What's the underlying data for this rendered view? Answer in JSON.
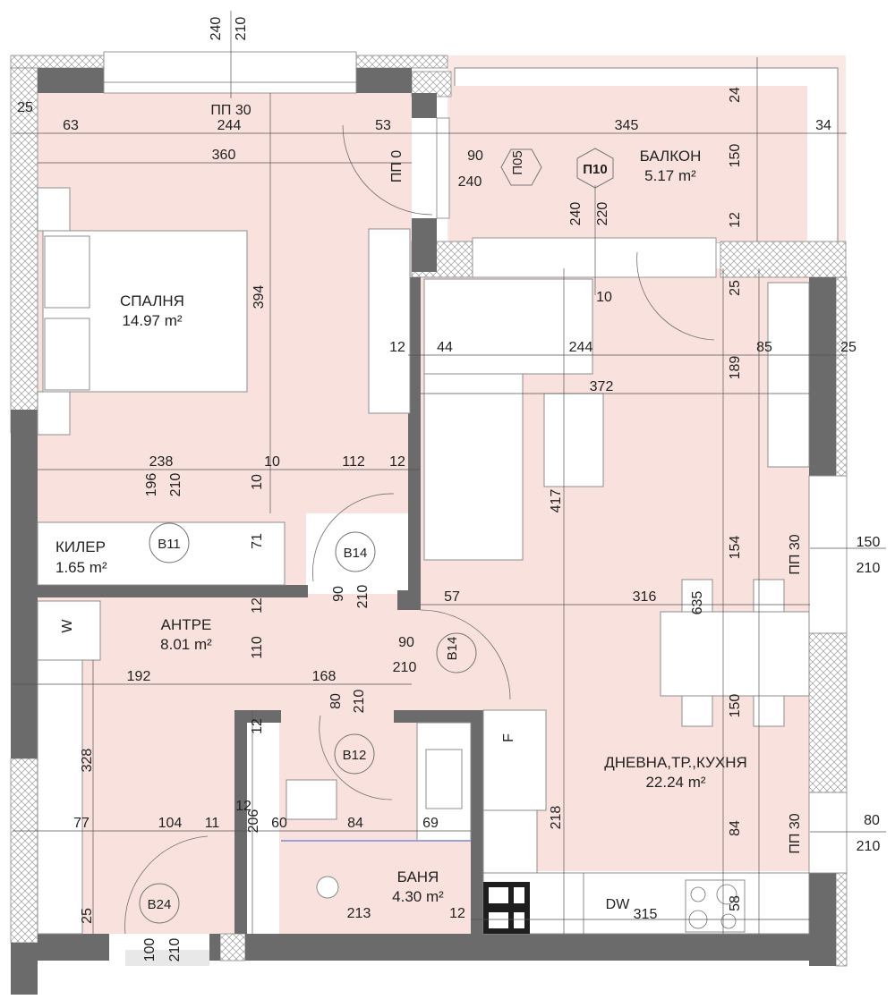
{
  "plan": {
    "colors": {
      "floor": "#f9e2de",
      "wall": "#6b6b6b",
      "line": "#555555",
      "shower_line": "#9aa0d8",
      "background": "#ffffff"
    },
    "rooms": [
      {
        "id": "bedroom",
        "name": "СПАЛНЯ",
        "area": "14.97 m²"
      },
      {
        "id": "balcony",
        "name": "БАЛКОН",
        "area": "5.17 m²"
      },
      {
        "id": "storage",
        "name": "КИЛЕР",
        "area": "1.65 m²"
      },
      {
        "id": "hallway",
        "name": "АНТРЕ",
        "area": "8.01 m²"
      },
      {
        "id": "bathroom",
        "name": "БАНЯ",
        "area": "4.30 m²"
      },
      {
        "id": "living",
        "name": "ДНЕВНА,ТР.,КУХНЯ",
        "area": "22.24 m²"
      }
    ],
    "door_tags": [
      {
        "id": "B11",
        "label": "B11"
      },
      {
        "id": "B14a",
        "label": "B14"
      },
      {
        "id": "B14b",
        "label": "B14"
      },
      {
        "id": "B12",
        "label": "B12"
      },
      {
        "id": "B24",
        "label": "B24"
      },
      {
        "id": "P05",
        "label": "П05"
      },
      {
        "id": "P10",
        "label": "П10"
      }
    ],
    "window_labels": {
      "bedroom_top": "ПП 30",
      "bedroom_side": "ПП 0",
      "living_right_1": "ПП 30",
      "living_right_2": "ПП 30"
    },
    "appliances": {
      "washer": "W",
      "fridge": "F",
      "dishwasher": "DW"
    },
    "dimensions": {
      "top_240": "240",
      "top_210": "210",
      "d25_left": "25",
      "d63": "63",
      "d244_top": "244",
      "d53": "53",
      "d360": "360",
      "d345": "345",
      "d34": "34",
      "d24": "24",
      "d150_bal": "150",
      "d12_bal": "12",
      "p05_90": "90",
      "p05_240": "240",
      "p10_240": "240",
      "p10_220": "220",
      "d394": "394",
      "d12_a": "12",
      "d44": "44",
      "d244_mid": "244",
      "d85": "85",
      "d25_right": "25",
      "d10_a": "10",
      "d25_b": "25",
      "d372": "372",
      "d189": "189",
      "d238": "238",
      "d10_b": "10",
      "d112": "112",
      "d12_b": "12",
      "d196": "196",
      "d210_b11": "210",
      "d10_c": "10",
      "d71": "71",
      "d417": "417",
      "d150_win": "150",
      "d210_win1": "210",
      "d154": "154",
      "b14a_90": "90",
      "b14a_210": "210",
      "d57": "57",
      "d316": "316",
      "d635": "635",
      "d12_c": "12",
      "d110": "110",
      "b14b_90": "90",
      "b14b_210": "210",
      "d192": "192",
      "d168": "168",
      "d150_table": "150",
      "b12_80": "80",
      "b12_210": "210",
      "d12_d": "12",
      "d328": "328",
      "d77": "77",
      "d104": "104",
      "d11": "11",
      "d12_e": "12",
      "d206": "206",
      "d60": "60",
      "d84_bath": "84",
      "d69": "69",
      "d218": "218",
      "d84_liv": "84",
      "d80_win": "80",
      "d210_win2": "210",
      "d213": "213",
      "d12_f": "12",
      "d315": "315",
      "d58": "58",
      "d25_bottom": "25",
      "b24_100": "100",
      "b24_210": "210"
    }
  }
}
